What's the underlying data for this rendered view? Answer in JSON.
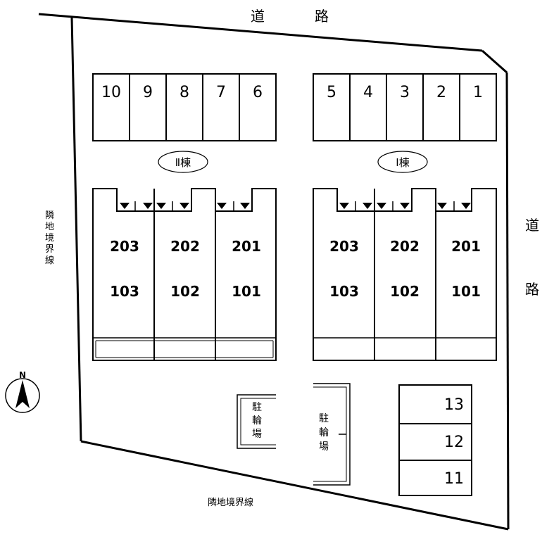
{
  "roads": {
    "top": [
      "道",
      "路"
    ],
    "right": [
      "道",
      "路"
    ]
  },
  "boundary": {
    "left": [
      "隣",
      "地",
      "境",
      "界",
      "線"
    ],
    "bottom": "隣地境界線"
  },
  "compass": {
    "north": "N"
  },
  "building_2": {
    "label": "Ⅱ棟",
    "parking": [
      "10",
      "9",
      "8",
      "7",
      "6"
    ],
    "upper_units": [
      "203",
      "202",
      "201"
    ],
    "lower_units": [
      "103",
      "102",
      "101"
    ]
  },
  "building_1": {
    "label": "Ⅰ棟",
    "parking": [
      "5",
      "4",
      "3",
      "2",
      "1"
    ],
    "upper_units": [
      "203",
      "202",
      "201"
    ],
    "lower_units": [
      "103",
      "102",
      "101"
    ]
  },
  "bike_parking_small": [
    "駐",
    "輪",
    "場"
  ],
  "bike_parking_large": [
    "駐",
    "輪",
    "場"
  ],
  "parking_side": [
    "13",
    "12",
    "11"
  ]
}
